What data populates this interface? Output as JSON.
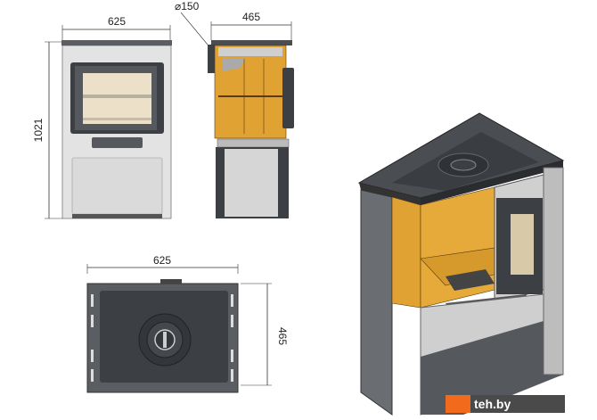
{
  "front_view": {
    "width_label": "625",
    "height_label": "1021"
  },
  "side_view": {
    "depth_label": "465",
    "flue_label": "⌀150"
  },
  "top_view": {
    "width_label": "625",
    "depth_label": "465"
  },
  "watermark": {
    "text": "teh.by"
  },
  "colors": {
    "firebrick": "#e0a232",
    "metal": "#3c3f44",
    "panel": "#d9d9d9"
  }
}
